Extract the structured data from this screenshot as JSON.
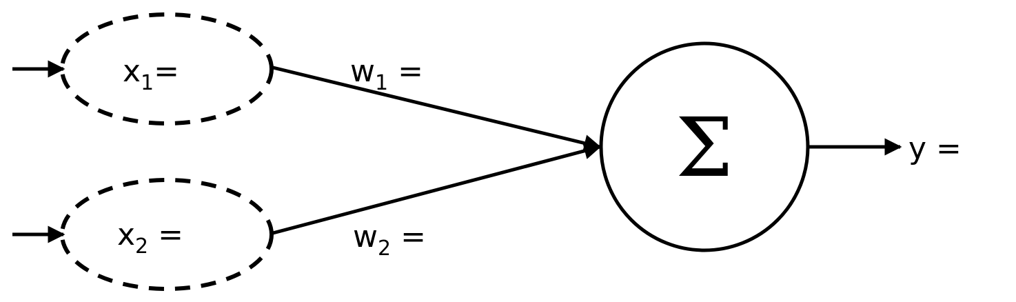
{
  "diagram": {
    "inputs": [
      {
        "var": "x",
        "sub": "1",
        "suffix": "="
      },
      {
        "var": "x",
        "sub": "2",
        "suffix": " ="
      }
    ],
    "weights": [
      {
        "var": "w",
        "sub": "1",
        "suffix": " ="
      },
      {
        "var": "w",
        "sub": "2",
        "suffix": " ="
      }
    ],
    "summation_symbol": "Σ",
    "output_label": "y ="
  }
}
